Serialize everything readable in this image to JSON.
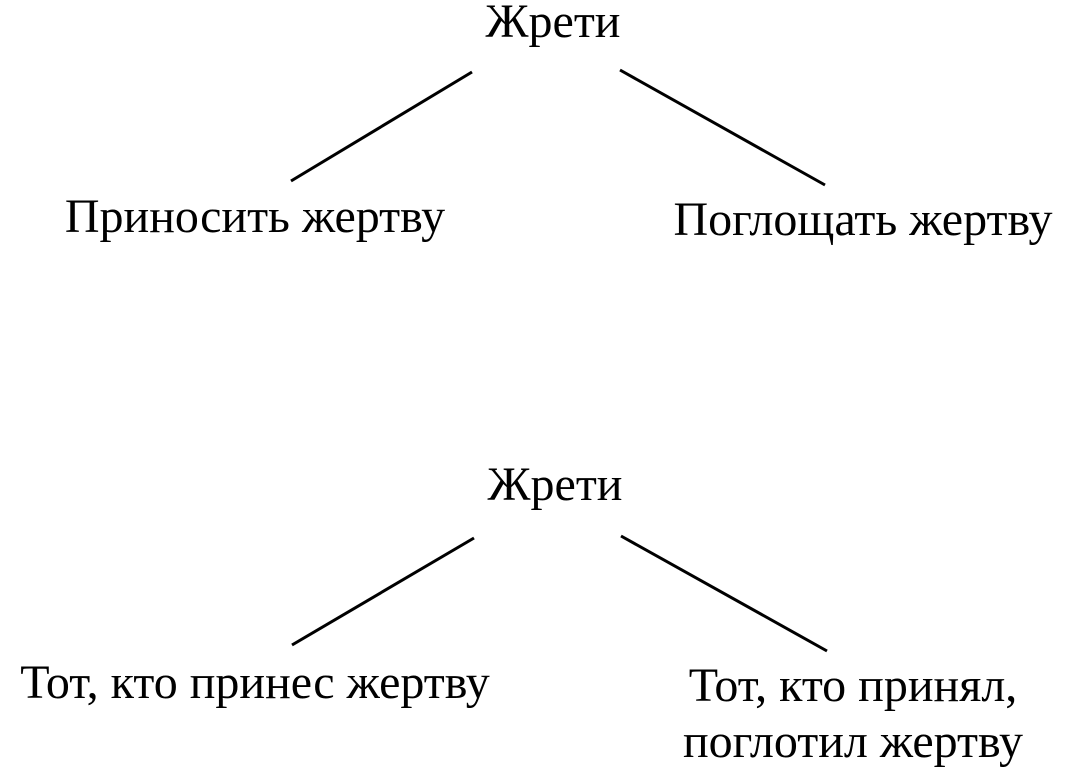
{
  "diagram": {
    "tree1": {
      "root": "Жрети",
      "left": "Приносить жертву",
      "right": "Поглощать жертву"
    },
    "tree2": {
      "root": "Жрети",
      "left": "Тот, кто принес жертву",
      "right_line1": "Тот, кто принял,",
      "right_line2": "поглотил жертву"
    }
  }
}
